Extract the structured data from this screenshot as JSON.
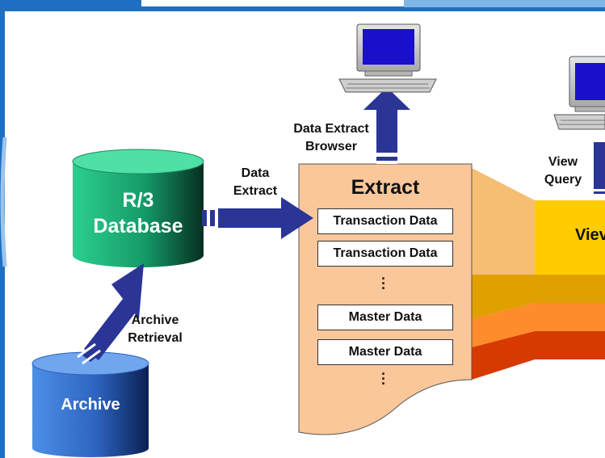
{
  "colors": {
    "frame_blue": "#1f6fc4",
    "db_green": "#1fb07a",
    "archive_blue": "#3d7fd6",
    "arrow_navy": "#2a3596",
    "extract_bg": "#f9c79a",
    "view_yellow": "#ffcc00",
    "view_orange": "#ff8c2a",
    "view_red": "#d63a00"
  },
  "nodes": {
    "database": "R/3\nDatabase",
    "database_line1": "R/3",
    "database_line2": "Database",
    "archive": "Archive",
    "extract_title": "Extract",
    "view_partial": "Viev"
  },
  "extract_items": [
    "Transaction Data",
    "Transaction Data",
    "Master Data",
    "Master Data"
  ],
  "labels": {
    "data_extract_line1": "Data",
    "data_extract_line2": "Extract",
    "browser_line1": "Data Extract",
    "browser_line2": "Browser",
    "archive_line1": "Archive",
    "archive_line2": "Retrieval",
    "view_query_line1": "View",
    "view_query_line2": "Query"
  },
  "icons": [
    "computer-icon",
    "computer-icon"
  ]
}
